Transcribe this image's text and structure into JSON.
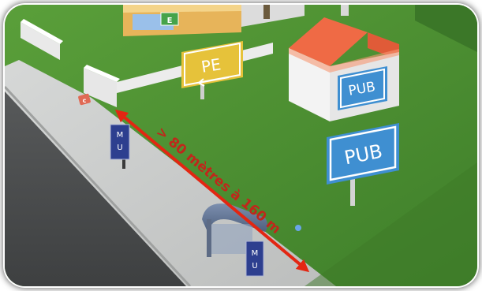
{
  "colors": {
    "grass": "#4e9433",
    "grass_dark": "#3f7f2a",
    "sidewalk": "#c9cbca",
    "road": "#4a4c4d",
    "wall": "#f1f1f1",
    "roof": "#f26c45",
    "sign_blue": "#3f8fd1",
    "sign_yellow": "#e6c23a",
    "mu_blue": "#2d3f8f",
    "arrow_red": "#e32612",
    "label_red": "#c0271b"
  },
  "signs": {
    "pe_label": "PE",
    "pub_house_label": "PUB",
    "pub_billboard_label": "PUB",
    "mu_top_label": "MU",
    "mu_bottom_label": "MU",
    "small_green_label": "E"
  },
  "annotation": {
    "distance_label": "> 80 mètres à 160 m"
  }
}
